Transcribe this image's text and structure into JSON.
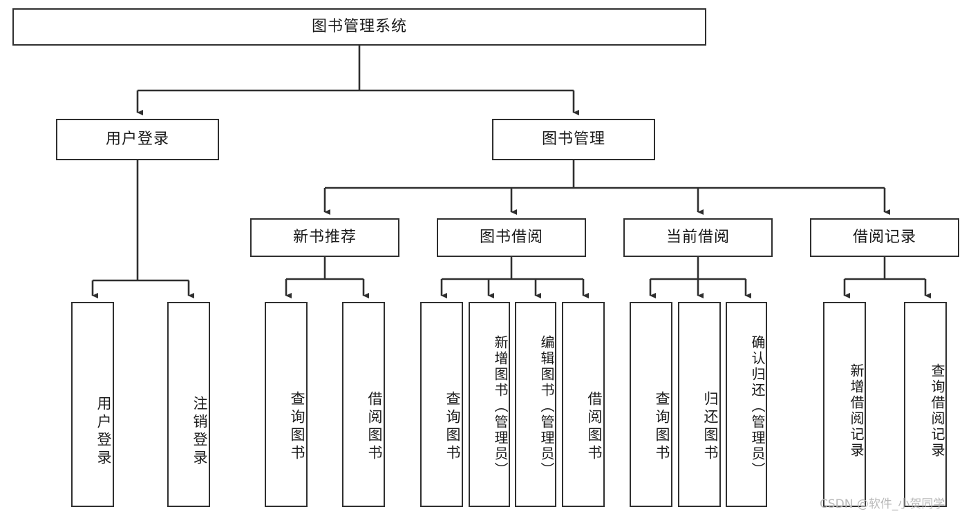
{
  "diagram": {
    "title": "图书管理系统",
    "type": "hierarchy-tree",
    "colors": {
      "box_border": "#2f2f2f",
      "box_fill": "#ffffff",
      "connector": "#2f2f2f",
      "text": "#1a1a1a",
      "watermark": "#b9b9b9",
      "background": "#ffffff"
    },
    "levels": {
      "root": {
        "label": "图书管理系统"
      },
      "level2": [
        {
          "label": "用户登录"
        },
        {
          "label": "图书管理"
        }
      ],
      "level3": [
        {
          "label": "新书推荐"
        },
        {
          "label": "图书借阅"
        },
        {
          "label": "当前借阅"
        },
        {
          "label": "借阅记录"
        }
      ],
      "leaves": {
        "user_login": [
          {
            "label": "用户登录"
          },
          {
            "label": "注销登录"
          }
        ],
        "new_book_recommend": [
          {
            "label": "查询图书"
          },
          {
            "label": "借阅图书"
          }
        ],
        "book_borrow": [
          {
            "label": "查询图书"
          },
          {
            "label": "新增图书（管理员）"
          },
          {
            "label": "编辑图书（管理员）"
          },
          {
            "label": "借阅图书"
          }
        ],
        "current_borrow": [
          {
            "label": "查询图书"
          },
          {
            "label": "归还图书"
          },
          {
            "label": "确认归还（管理员）"
          }
        ],
        "borrow_record": [
          {
            "label": "新增借阅记录"
          },
          {
            "label": "查询借阅记录"
          }
        ]
      }
    },
    "watermark": "CSDN @软件_小贺同学"
  }
}
